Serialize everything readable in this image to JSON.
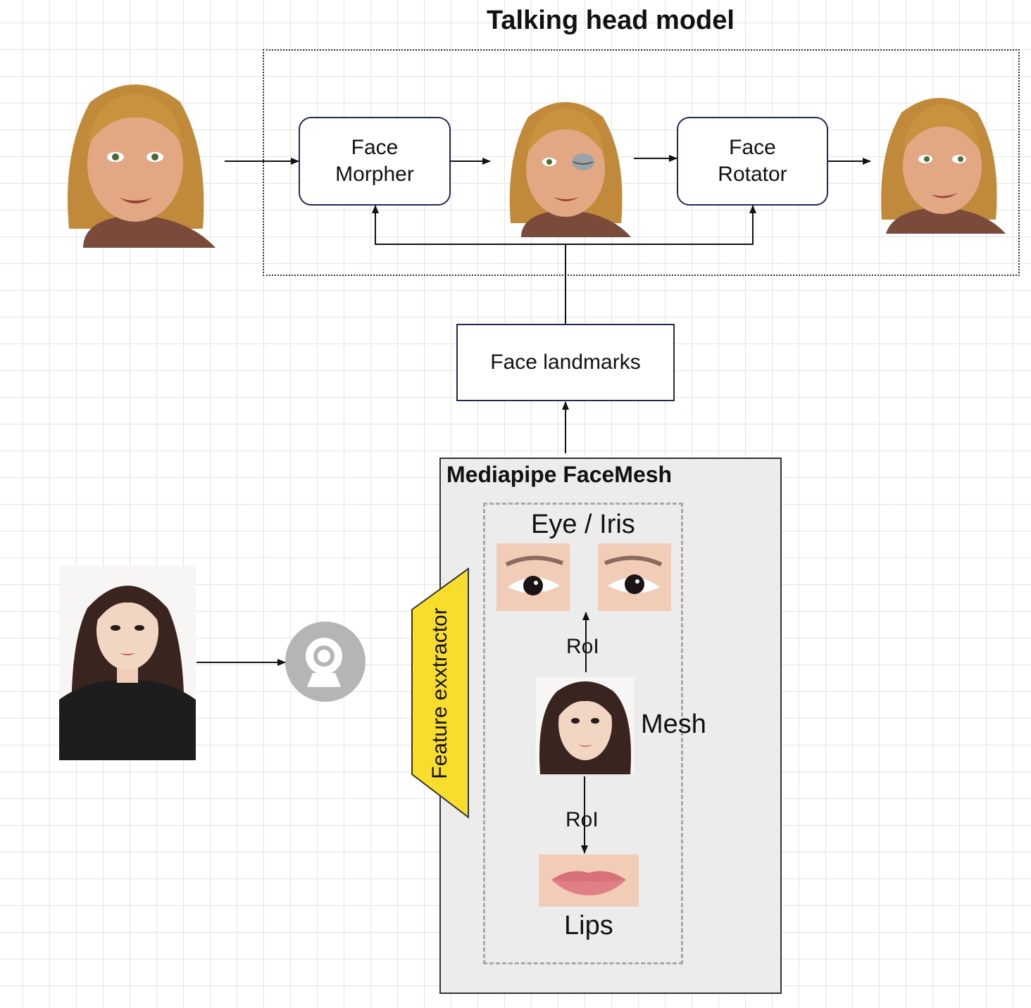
{
  "diagram": {
    "title": "Talking head model",
    "nodes": {
      "face_morpher": [
        "Face",
        "Morpher"
      ],
      "face_rotator": [
        "Face",
        "Rotator"
      ],
      "face_landmarks": "Face landmarks"
    },
    "facemesh": {
      "title": "Mediapipe FaceMesh",
      "feature_extractor": "Feature exxtractor",
      "eye_iris_label": "Eye / Iris",
      "mesh_label": "Mesh",
      "lips_label": "Lips",
      "roi_label": "RoI"
    },
    "icons": {
      "webcam": "webcam-icon"
    },
    "colors": {
      "node_border": "#1e2a5a",
      "feature_extractor": "#f9dd2c",
      "facemesh_bg": "#ececec",
      "webcam": "#b5b5b5"
    }
  }
}
